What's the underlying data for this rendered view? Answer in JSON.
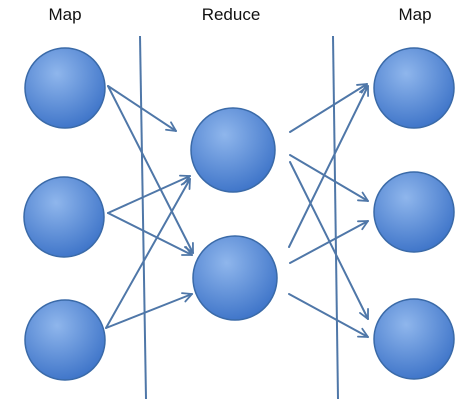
{
  "labels": {
    "left": "Map",
    "middle": "Reduce",
    "right": "Map"
  },
  "colors": {
    "node_fill_light": "#8fb6ec",
    "node_fill_dark": "#3f75c9",
    "node_stroke": "#3a6aa8",
    "line": "#4f77a8",
    "text": "#111111"
  },
  "columns": [
    {
      "id": "map-left",
      "node_count": 3
    },
    {
      "id": "reduce",
      "node_count": 2
    },
    {
      "id": "map-right",
      "node_count": 3
    }
  ],
  "edges": [
    {
      "from": "map-left-1",
      "to": "reduce-1"
    },
    {
      "from": "map-left-1",
      "to": "reduce-2"
    },
    {
      "from": "map-left-2",
      "to": "reduce-1"
    },
    {
      "from": "map-left-2",
      "to": "reduce-2"
    },
    {
      "from": "map-left-3",
      "to": "reduce-1"
    },
    {
      "from": "map-left-3",
      "to": "reduce-2"
    },
    {
      "from": "reduce-1",
      "to": "map-right-1"
    },
    {
      "from": "reduce-1",
      "to": "map-right-2"
    },
    {
      "from": "reduce-1",
      "to": "map-right-3"
    },
    {
      "from": "reduce-2",
      "to": "map-right-1"
    },
    {
      "from": "reduce-2",
      "to": "map-right-2"
    },
    {
      "from": "reduce-2",
      "to": "map-right-3"
    }
  ]
}
